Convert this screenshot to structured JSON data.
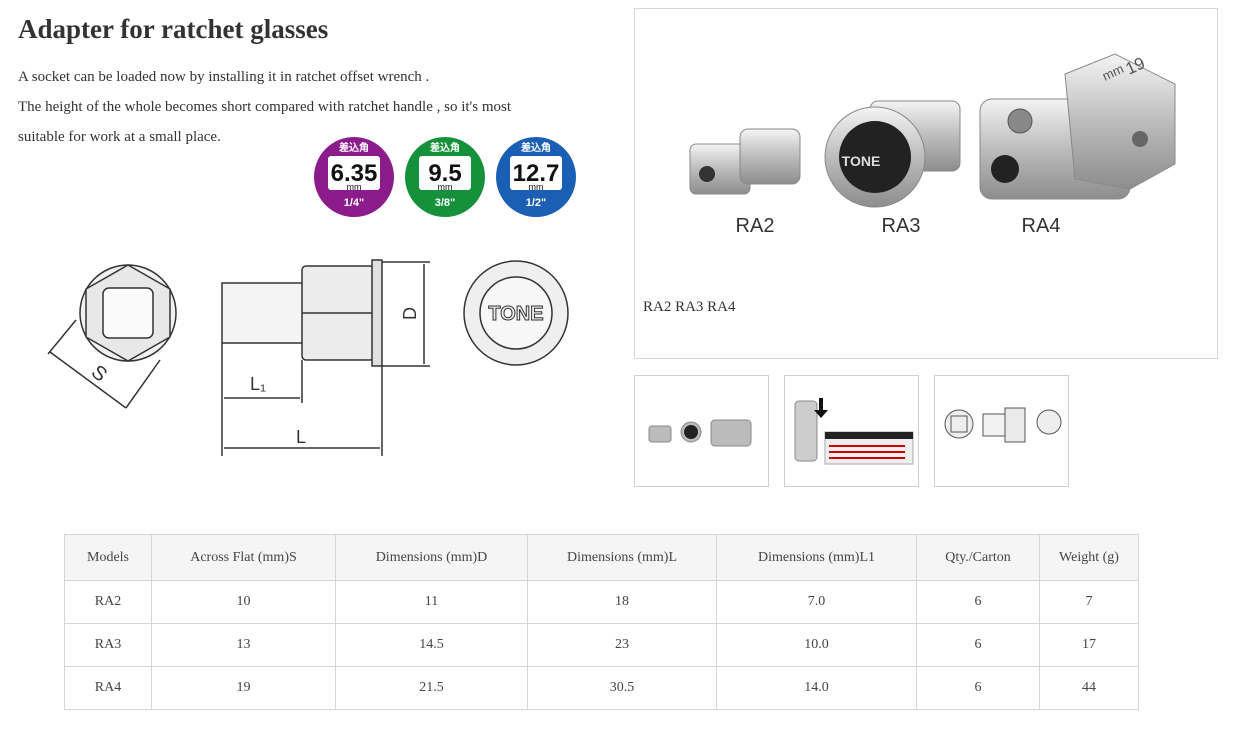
{
  "page": {
    "title": "Adapter for ratchet glasses",
    "description": [
      "A socket can be loaded now by installing it in ratchet offset wrench .",
      "The height of the whole becomes short compared with ratchet handle , so it's most",
      "suitable for work at a small place."
    ]
  },
  "badges": [
    {
      "top": "差込角",
      "size": "6.35",
      "unit": "mm",
      "inch": "1/4\"",
      "color": "#8c1c8c"
    },
    {
      "top": "差込角",
      "size": "9.5",
      "unit": "mm",
      "inch": "3/8\"",
      "color": "#16913b"
    },
    {
      "top": "差込角",
      "size": "12.7",
      "unit": "mm",
      "inch": "1/2\"",
      "color": "#1a5fb4"
    }
  ],
  "diagram": {
    "labels": {
      "s": "S",
      "d": "D",
      "l1": "L₁",
      "l": "L",
      "brand": "TONE"
    }
  },
  "gallery": {
    "product_labels": [
      "RA2",
      "RA3",
      "RA4"
    ],
    "brand": "TONE",
    "size_mark": "19",
    "size_unit": "mm",
    "caption": "RA2 RA3 RA4"
  },
  "table": {
    "headers": [
      "Models",
      "Across Flat (mm)S",
      "Dimensions (mm)D",
      "Dimensions (mm)L",
      "Dimensions (mm)L1",
      "Qty./Carton",
      "Weight (g)"
    ],
    "rows": [
      [
        "RA2",
        "10",
        "11",
        "18",
        "7.0",
        "6",
        "7"
      ],
      [
        "RA3",
        "13",
        "14.5",
        "23",
        "10.0",
        "6",
        "17"
      ],
      [
        "RA4",
        "19",
        "21.5",
        "30.5",
        "14.0",
        "6",
        "44"
      ]
    ]
  }
}
